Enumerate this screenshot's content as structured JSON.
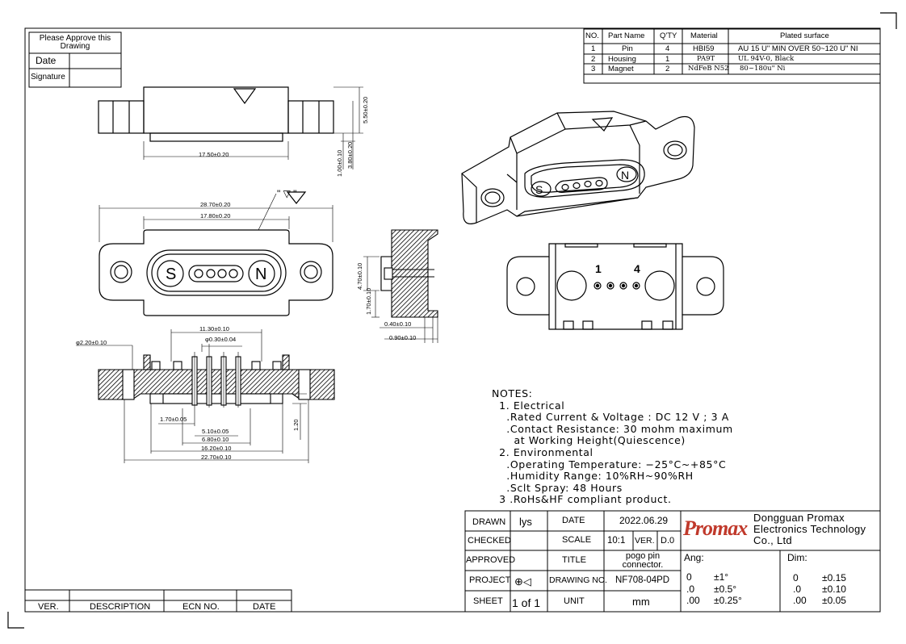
{
  "approve_box": {
    "title": "Please Approve this Drawing",
    "date_label": "Date",
    "signature_label": "Signature"
  },
  "bom": {
    "headers": [
      "NO.",
      "Part Name",
      "Q'TY",
      "Material",
      "Plated surface"
    ],
    "rows": [
      [
        "1",
        "Pin",
        "4",
        "HBI59",
        "AU 15 U\" MIN OVER 50~120 U\" NI"
      ],
      [
        "2",
        "Housing",
        "1",
        "PA9T",
        "UL 94V-0, Black"
      ],
      [
        "3",
        "Magnet",
        "2",
        "NdFeB N52",
        "80~180u\" Ni"
      ]
    ]
  },
  "dims": {
    "side_width": "17.50±0.20",
    "side_height": "5.50±0.20",
    "side_h2": "3.80±0.20",
    "side_h3": "1.00±0.10",
    "top_total": "28.70±0.20",
    "top_inner": "17.80±0.20",
    "section_h1": "4.70±0.10",
    "section_h2": "1.70±0.10",
    "section_w1": "0.40±0.10",
    "section_w2": "0.90±0.10",
    "hole_dia": "φ2.20±0.10",
    "pin_span": "11.30±0.10",
    "pin_dia": "φ0.30±0.04",
    "b1": "1.70±0.05",
    "b2": "5.10±0.05",
    "b3": "6.80±0.10",
    "b4": "16.20±0.10",
    "b5": "22.70±0.10",
    "b6": "1.20",
    "view_mark": "\" ▽ \"",
    "mag_s": "S",
    "mag_n": "N",
    "pin1": "1",
    "pin4": "4"
  },
  "notes": {
    "title": "NOTES:",
    "lines": [
      "  1. Electrical",
      "    .Rated Current & Voltage : DC 12 V ; 3 A",
      "    .Contact Resistance: 30 mohm maximum",
      "      at Working Height(Quiescence)",
      "  2. Environmental",
      "    .Operating Temperature: −25°C~+85°C",
      "    .Humidity Range: 10%RH~90%RH",
      "    .Sclt Spray: 48 Hours",
      "  3 .RoHs&HF compliant product."
    ]
  },
  "revision_table": {
    "headers": [
      "VER.",
      "DESCRIPTION",
      "ECN NO.",
      "DATE"
    ]
  },
  "title_block": {
    "drawn_label": "DRAWN",
    "drawn_value": "lys",
    "checked_label": "CHECKED",
    "approved_label": "APPROVED",
    "project_label": "PROJECT",
    "sheet_label": "SHEET",
    "sheet_value": "1 of 1",
    "date_label": "DATE",
    "date_value": "2022.06.29",
    "scale_label": "SCALE",
    "scale_value": "10:1",
    "ver_label": "VER.",
    "ver_value": "D.0",
    "title_label": "TITLE",
    "title_value": "pogo pin connector.",
    "drawing_no_label": "DRAWING NO.",
    "drawing_no_value": "NF708-04PD",
    "unit_label": "UNIT",
    "unit_value": "mm",
    "logo_text": "Promax",
    "company": "Dongguan Promax Electronics Technology Co., Ltd",
    "ang_label": "Ang:",
    "dim_label": "Dim:",
    "ang_rows": [
      [
        "0",
        "±1°"
      ],
      [
        ".0",
        "±0.5°"
      ],
      [
        ".00",
        "±0.25°"
      ]
    ],
    "dim_rows": [
      [
        "0",
        "±0.15"
      ],
      [
        ".0",
        "±0.10"
      ],
      [
        ".00",
        "±0.05"
      ]
    ]
  }
}
